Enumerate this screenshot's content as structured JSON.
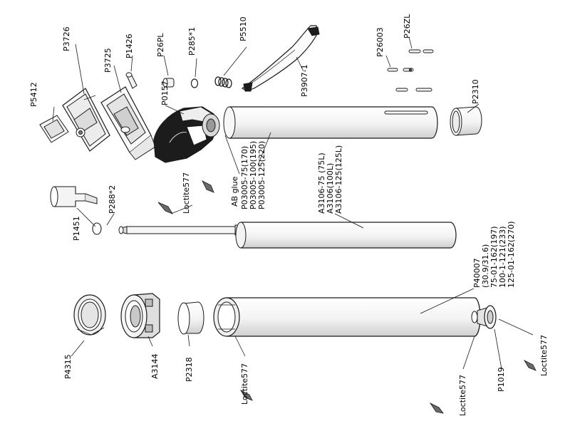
{
  "parts": {
    "p3726": "P3726",
    "p3725": "P3725",
    "p1426": "P1426",
    "p26pl": "P26PL",
    "p285": "P285*1",
    "p5510": "P5510",
    "p3907": "P3907-1",
    "p26003": "P26003",
    "p26zl": "P26ZL",
    "p5412": "P5412",
    "p0157": "P0157",
    "p2310": "P2310",
    "ab_glue": "AB glue",
    "p03005": [
      "P03005-75(170)",
      "P03005-100(195)",
      "P03005-125(220)"
    ],
    "loctite_top": "Loctite577",
    "p288": "P288*2",
    "p1451": "P1451",
    "a3106": [
      "A3106-75 (75L)",
      "A3106(100L)",
      "A3106-125(125L)"
    ],
    "p40007": [
      "P40007",
      "(30.9/31.6)",
      "75-01-162(197)",
      "100-1-121(233)",
      "125-01-162(270)"
    ],
    "p4315": "P4315",
    "a3144": "A3144",
    "p2318": "P2318",
    "loctite_mid": "Loctite577",
    "p1019": "P1019",
    "loctite_bottom": "Loctite577",
    "loctite_right": "Loctite577"
  },
  "colors": {
    "line": "#1a1a1a",
    "dark_fill": "#1c1c1c",
    "light_fill": "#f4f4f4",
    "mid_fill": "#d6d6d6"
  }
}
